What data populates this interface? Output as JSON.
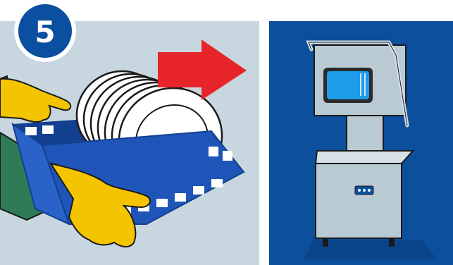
{
  "step": {
    "number": "5"
  },
  "colors": {
    "left_panel_bg": "#c8d7df",
    "right_panel_bg": "#0c4f9d",
    "badge": "#0b4fa0",
    "arrow": "#e8242b",
    "rack": "#1f55b8",
    "glove": "#f5c400",
    "sleeve": "#2f7a57",
    "plate": "#ffffff",
    "machine_body": "#b9cad3",
    "machine_window": "#1e9bea"
  },
  "icons": {
    "step_badge": "numbered-circle",
    "arrow": "right-arrow",
    "left_illustration": "gloved-hands-loading-dish-rack",
    "right_illustration": "hood-type-dishwasher"
  }
}
